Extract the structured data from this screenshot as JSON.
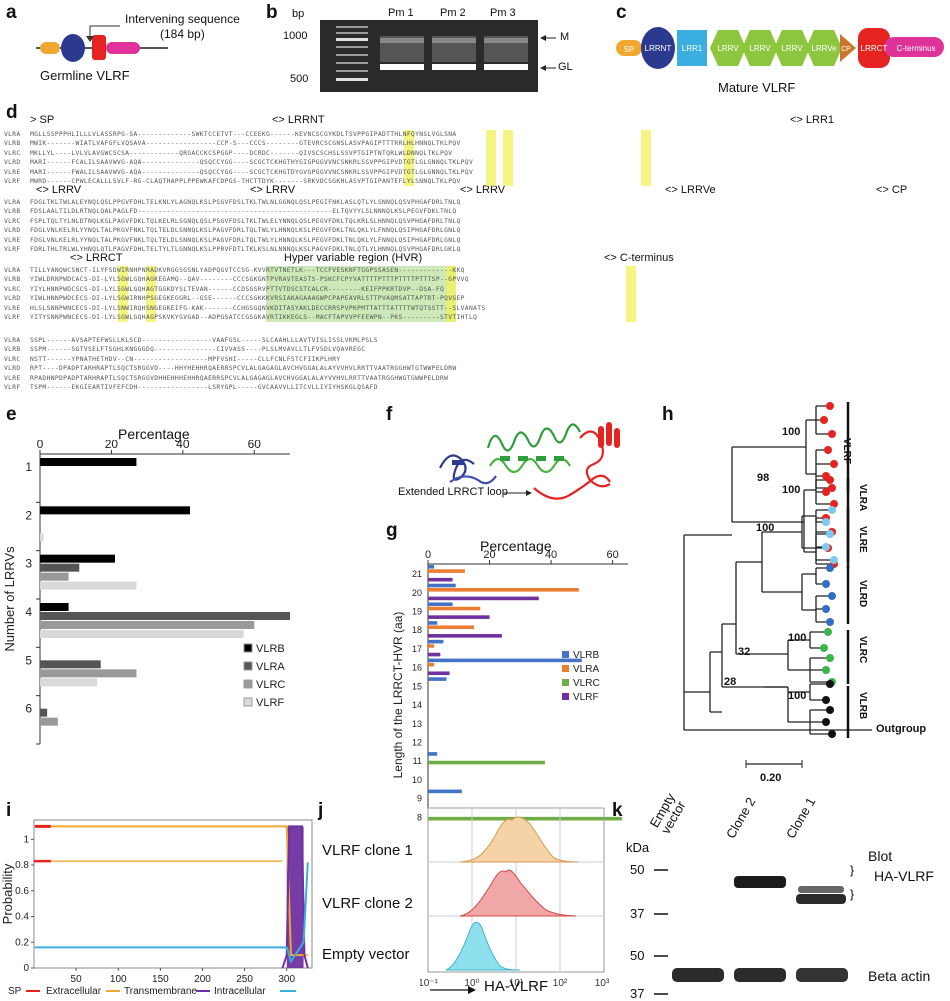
{
  "panel_labels": [
    "a",
    "b",
    "c",
    "d",
    "e",
    "f",
    "g",
    "h",
    "i",
    "j",
    "k"
  ],
  "a": {
    "caption": "Germline VLRF",
    "annotation": "Intervening sequence",
    "annotation2": "(184 bp)"
  },
  "b": {
    "unit": "bp",
    "lanes": [
      "Pm 1",
      "Pm 2",
      "Pm 3"
    ],
    "marker_1000": "1000",
    "marker_500": "500",
    "band_m": "M",
    "band_gl": "GL"
  },
  "c": {
    "caption": "Mature VLRF",
    "domains": [
      "SP",
      "LRRNT",
      "LRR1",
      "LRRV",
      "LRRV",
      "LRRV",
      "LRRVe",
      "CP",
      "LRRCT",
      "C-terminus"
    ],
    "colors": {
      "sp": "#f0a830",
      "lrrnt": "#2b3a8f",
      "lrr1": "#3aaee0",
      "lrrv": "#8dc63f",
      "cp": "#c8782d",
      "lrrct": "#e52421",
      "cterm": "#e0339a"
    }
  },
  "d": {
    "headers": [
      "> SP",
      "<> LRRNT",
      "<> LRR1",
      "<> LRRV",
      "<> LRRV",
      "<> LRRV",
      "<> LRRVe",
      "<> CP",
      "<> LRRCT",
      "Hyper variable region (HVR)",
      "<> C-terminus"
    ],
    "names": [
      "VLRA",
      "VLRB",
      "VLRC",
      "VLRD",
      "VLRE",
      "VLRF"
    ],
    "block1": [
      "MGLLSSPPPHLILLLVLASSRPG-SA-------------SWKTCCETVT---CCEEKG------KEVNCSCGYKDLTSVPPGIPADTTHLNFQYNSLVGLSNA",
      "MWIK-------WIATLVAFGFLVQSAVA-----------------CCP-S---CCCS--------GTEVRCSCGNSLASVPAGIPTTTRRLHLHNNQLTKLPQV",
      "MKLLYL----LVLVLAVGWCSCSA------------QRGACCKCSPGGP----DCRDC-------QIVSCSCHSLSSVPTGIPTNTQRLWLDNNQLTKLPQV",
      "MARI------FCALILSAAVWVG-AQA--------------QSQCCYGG----SCGCTCKHGTHYGIGPGGVVNCSNKRLSSVPPGIPVDTGTLGLGNNQLTKLPQV",
      "MARI------FWALILSAAVWVG-AQA--------------QSQCCYGG----SCGCTCKHGTDYGVGPGGVVNCSNKRLSSVPPGIPVDTGTLGLGNNQLTKLPQV",
      "MWRD------CPWLECALLLSVLF-RG-CLAQTHAPPLPPEWKAFCDPGS-THCTTDYK-------SRKVDCSGKHLASVPTGIPANTEFLYLSNNQLTKLPQV"
    ],
    "block2": [
      "FDGLTKLTWLALEYNQLQSLPPGVFDHLTELKNLYLAGNQLKSLPSGVFDSLTKLTWLNLGGNQLQSLPEGIFNKLASLQTLYLSNNQLQSVPHGAFDRLTNLQ",
      "FDSLAALTILDLRTNQLQALPAGLFD-----------------------------------------------ELTQVYYLSLNNNQLKSLPEGVFDKLTNLQ",
      "FSPLTQLTYLNLDTNQLKSLPAGVFDKLTQLKELRLSGNQLQSLPSGVFDSLTKLTWLELYNNQLQSLPEGVFDKLTQLKRLSLHNNQLQSVPHGAFDRLTNLQ",
      "FDGLVNLKELRLYYNQLTALPKGVFNKLTQLTELDLSNNQLKSLPAGVFDRLTQLTWLYLHNNQLKSLPEGVFDKLTNLQKLYLFNNQLQSIPHGAFDRLGNLQ",
      "FDGLVNLKELRLYYNQLTALPKGVFNKLTQLTELDLSNNQLKSLPAGVFDRLTQLTWLYLHNNQLKSLPEGVFDKLTNLQKLYLFNNQLQSIPHGAFDRLGNLQ",
      "FDRLTHLTRLWLYHNQLQTLPAGVFDHLTELTYLTLGNNQLKSLPPRVFDTLTKLKSLNLNNNQLKSLPAGVFDKLTNLQTLYLHNNQLQSVPHGAFDRLGKLQ"
    ],
    "block3": [
      "TILLYANQWCSNCT-ILYFSDWIRNHPNRADKVRGGSGSNLYADPQGVTCCSG-KVVRTVTNETLK---TCCFVESKNFTGGPSSASEN-------------KKQ",
      "YIWLDRNPWDCACS-DI-LYLSGWLGQHAGKEGAMQ--QAV--------CCCSGKGNTPVRAVTEASTS-PSKCFCPYVATTTTPTTTPTTTTPTTTSP--GPVVQ",
      "YIYLHNNPWDCSCS-DI-LYLSGWLGQHAGTGGKDYSLTEVAN------CCDSGSRVPTTVTDSCSTCALCR--------KEIFPPKRTDVP--DSA-FQ",
      "YIWLHNNPWDCECS-DI-LYLSGWIRNHPSGEGKEGGRL--GSE------CCCSGKKKVRSIAKAGAAAGWPCPAPEAVRLSTTPVAQMSATTAPTRT-PQVGEP",
      "HLSLSNNPWNCECS-DI-LYLSNWIRQHSNGEGKEIFG-KAK-------CCHGSGQNVKDITASYAKLDECCRRSPVPKPMTTATTTATTTTWTQTSSTT--SLVANATS",
      "YITYSNNPWNCECS-DI-LYLSGWLGQHAGPSKVKYGVGAD--ADPGSATCCGSGKAVRTIKKEGLS--MACFTAPVVPFEEWPN--PKS---------STVTIHTLQ"
    ],
    "block4": [
      "SSPL------AVSAPTEFWSLLKLSCD-----------------VAAFGSL-----SLCAAHLLLAVTVISLISSLVKMLPSLS",
      "SSPM------SGTVSELFTSGHLKNGGGDQ---------------CIVVASS----PLSLMVAVLLTLFVSDLVQAVREGC",
      "NSTT------YPNATHETHDV--CN------------------MPFVSHI-----CLLFCNLFSTCFIIKPLHRY",
      "RPT----DPADPTARHRAPTLSQCTSRGGVD----HHYHEHHRQAERRSPCVLALGAGAGLAVCHVGGALALAYVVHVLRRTTVAATRGGHWTGTWWPELDRW",
      "RPADHNPDPADPTARHRAPTLSQCTSRGGVDHHEHHHEHHRQAERRSPCVLALGAGAGLAVCHVGGALALAYVVHVLRRTTVAATRGGHWGTGWWPELDRW",
      "TSPM------EKGIEARTIVFEFCDH-----------------LSRYGPL-----GVCAAVVLLITCVLLIYIYHSKGLQSAFD"
    ]
  },
  "e": {
    "title": "Percentage",
    "ylabel": "Number of LRRVs",
    "xticks": [
      "0",
      "20",
      "40",
      "60"
    ]
  },
  "f": {
    "annotation": "Extended LRRCT loop"
  },
  "g": {
    "title": "Percentage",
    "ylabel": "Length of the LRRCT-HVR (aa)",
    "xticks": [
      "0",
      "20",
      "40",
      "60"
    ]
  },
  "h": {
    "bootstrap": [
      "98",
      "100",
      "100",
      "100",
      "100",
      "100",
      "32",
      "28"
    ],
    "clades": [
      "VLRF",
      "VLRA",
      "VLRE",
      "VLRD",
      "VLRC",
      "VLRB"
    ],
    "outgroup": "Outgroup",
    "scale": "0.20"
  },
  "i": {
    "ylabel": "Probability",
    "yticks": [
      "0",
      "0.2",
      "0.4",
      "0.6",
      "0.8",
      "1"
    ],
    "xticks": [
      "50",
      "100",
      "150",
      "200",
      "250",
      "300"
    ],
    "legend": [
      "SP",
      "Extracellular",
      "Transmembrane",
      "Intracellular"
    ]
  },
  "j": {
    "rows": [
      "VLRF clone 1",
      "VLRF clone 2",
      "Empty vector"
    ],
    "xlabel": "HA-VLRF",
    "xticks": [
      "10⁻¹",
      "10⁰",
      "10¹",
      "10²",
      "10³"
    ]
  },
  "k": {
    "kda": "kDa",
    "lanes": [
      "Empty vector",
      "Clone 2",
      "Clone 1"
    ],
    "blot": "Blot",
    "markers": [
      "50",
      "37",
      "50",
      "37"
    ],
    "bands": [
      "HA-VLRF",
      "Beta actin"
    ]
  },
  "chart_data": [
    {
      "type": "bar",
      "title": "Percentage",
      "ylabel": "Number of LRRVs",
      "categories": [
        "1",
        "2",
        "3",
        "4",
        "5",
        "6"
      ],
      "xlim": [
        0,
        70
      ],
      "series": [
        {
          "name": "VLRB",
          "color": "#000000",
          "values": [
            27,
            42,
            21,
            8,
            0,
            0
          ]
        },
        {
          "name": "VLRA",
          "color": "#555555",
          "values": [
            0,
            0,
            11,
            70,
            17,
            2
          ]
        },
        {
          "name": "VLRC",
          "color": "#999999",
          "values": [
            0,
            0,
            8,
            60,
            27,
            5
          ]
        },
        {
          "name": "VLRF",
          "color": "#d9d9d9",
          "values": [
            0,
            1,
            27,
            57,
            16,
            0
          ]
        }
      ]
    },
    {
      "type": "bar",
      "title": "Percentage",
      "ylabel": "Length of the LRRCT-HVR (aa)",
      "categories": [
        "21",
        "20",
        "19",
        "18",
        "17",
        "16",
        "15",
        "14",
        "13",
        "12",
        "11",
        "10",
        "9",
        "8"
      ],
      "xlim": [
        0,
        65
      ],
      "series": [
        {
          "name": "VLRB",
          "color": "#4472c4",
          "values": [
            2,
            9,
            8,
            3,
            5,
            50,
            6,
            0,
            0,
            0,
            3,
            0,
            11,
            0
          ]
        },
        {
          "name": "VLRA",
          "color": "#ed7d31",
          "values": [
            12,
            49,
            17,
            15,
            2,
            2,
            0,
            0,
            0,
            0,
            0,
            0,
            0,
            0
          ]
        },
        {
          "name": "VLRC",
          "color": "#70ad47",
          "values": [
            0,
            0,
            0,
            0,
            0,
            0,
            0,
            0,
            0,
            0,
            38,
            0,
            0,
            63
          ]
        },
        {
          "name": "VLRF",
          "color": "#7030a0",
          "values": [
            8,
            36,
            20,
            24,
            4,
            7,
            0,
            0,
            0,
            0,
            0,
            0,
            0,
            0
          ]
        }
      ]
    },
    {
      "type": "line",
      "ylabel": "Probability",
      "xlim": [
        0,
        330
      ],
      "ylim": [
        0,
        1.15
      ],
      "series": [
        {
          "name": "SP",
          "color": "#e52421",
          "x": [
            1,
            20
          ],
          "y": [
            1.1,
            1.1
          ]
        },
        {
          "name": "Extracellular",
          "color": "#f0a830",
          "x": [
            20,
            295,
            300,
            305,
            320,
            325
          ],
          "y": [
            1.1,
            1.1,
            1.1,
            0.1,
            0.1,
            0.1
          ]
        },
        {
          "name": "Transmembrane",
          "color": "#7030a0",
          "x": [
            295,
            300,
            303,
            318,
            321,
            325
          ],
          "y": [
            0,
            0.1,
            1.1,
            1.1,
            0.1,
            0
          ]
        },
        {
          "name": "Intracellular",
          "color": "#3aaee0",
          "x": [
            1,
            295,
            300,
            305,
            320,
            325
          ],
          "y": [
            0.16,
            0.16,
            0.16,
            0.05,
            0.2,
            0.82
          ]
        }
      ]
    }
  ]
}
